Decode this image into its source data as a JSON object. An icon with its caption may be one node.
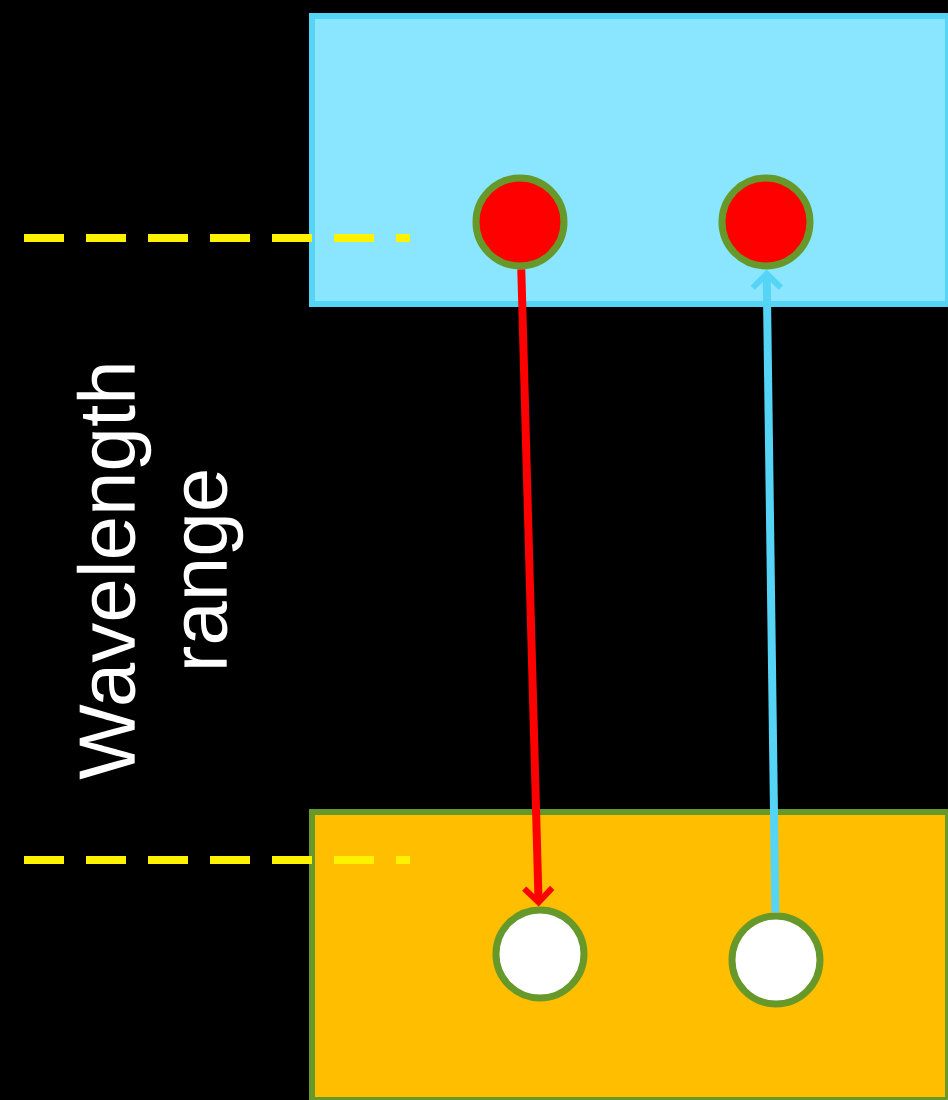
{
  "diagram": {
    "nodes": [
      {
        "text": [],
        "shape": "box"
      },
      {
        "text": [],
        "shape": "box"
      },
      {
        "text": [],
        "shape": "circle",
        "in": 0
      },
      {
        "text": [],
        "shape": "circle",
        "in": 0
      },
      {
        "text": [],
        "shape": "circle",
        "in": 1
      },
      {
        "text": [],
        "shape": "circle",
        "in": 1
      }
    ],
    "edges": [
      {
        "from": 2,
        "to": 4,
        "arrow": "to",
        "color": "#ff0000"
      },
      {
        "from": 5,
        "to": 3,
        "arrow": "to",
        "color": "#55d4f5"
      }
    ],
    "labels": [
      "Wavelength range"
    ]
  }
}
